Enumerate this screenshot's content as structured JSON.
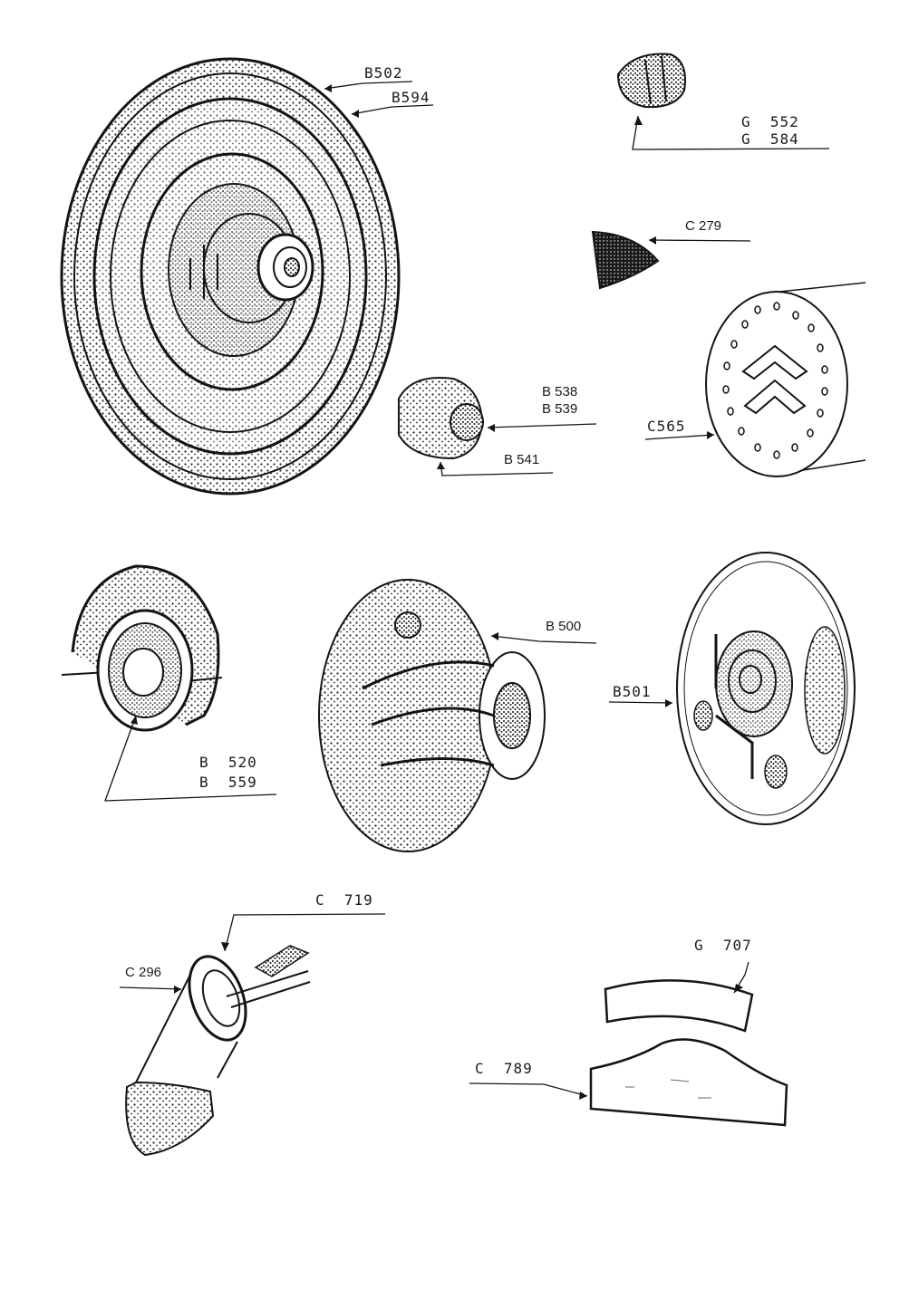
{
  "colors": {
    "ink": "#141414",
    "paper": "#ffffff",
    "shade": "#2a2a2a"
  },
  "labels": {
    "b502": "B502",
    "b594": "B594",
    "g552": "G  552",
    "g584": "G  584",
    "c279": "C 279",
    "b538": "B 538",
    "b539": "B 539",
    "b541": "B 541",
    "c565": "C565",
    "b500": "B 500",
    "b501": "B501",
    "b520": "B  520",
    "b559": "B  559",
    "c719": "C  719",
    "c296": "C 296",
    "g707": "G  707",
    "c789": "C  789"
  }
}
